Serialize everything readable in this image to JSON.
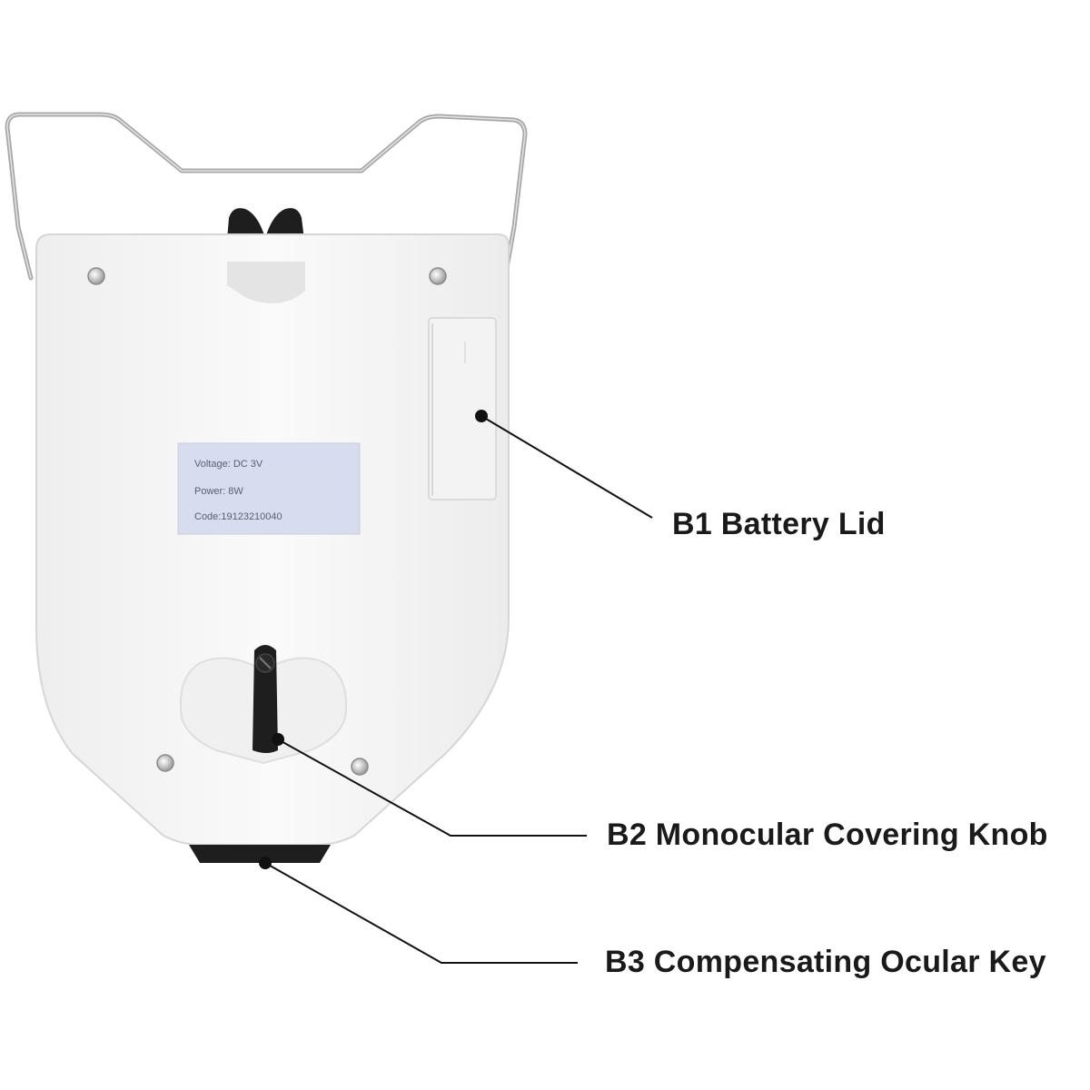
{
  "device": {
    "spec_label": {
      "voltage": "Voltage: DC 3V",
      "power": "Power: 8W",
      "code": "Code:19123210040"
    }
  },
  "callouts": [
    {
      "id": "b1",
      "label": "B1 Battery Lid"
    },
    {
      "id": "b2",
      "label": "B2 Monocular Covering Knob"
    },
    {
      "id": "b3",
      "label": "B3 Compensating Ocular Key"
    }
  ],
  "colors": {
    "body": "#f7f7f7",
    "wire": "#a8a8a8",
    "knob": "#1e1e1e",
    "label_bg": "#d7dcee",
    "text": "#1a1a1a"
  }
}
